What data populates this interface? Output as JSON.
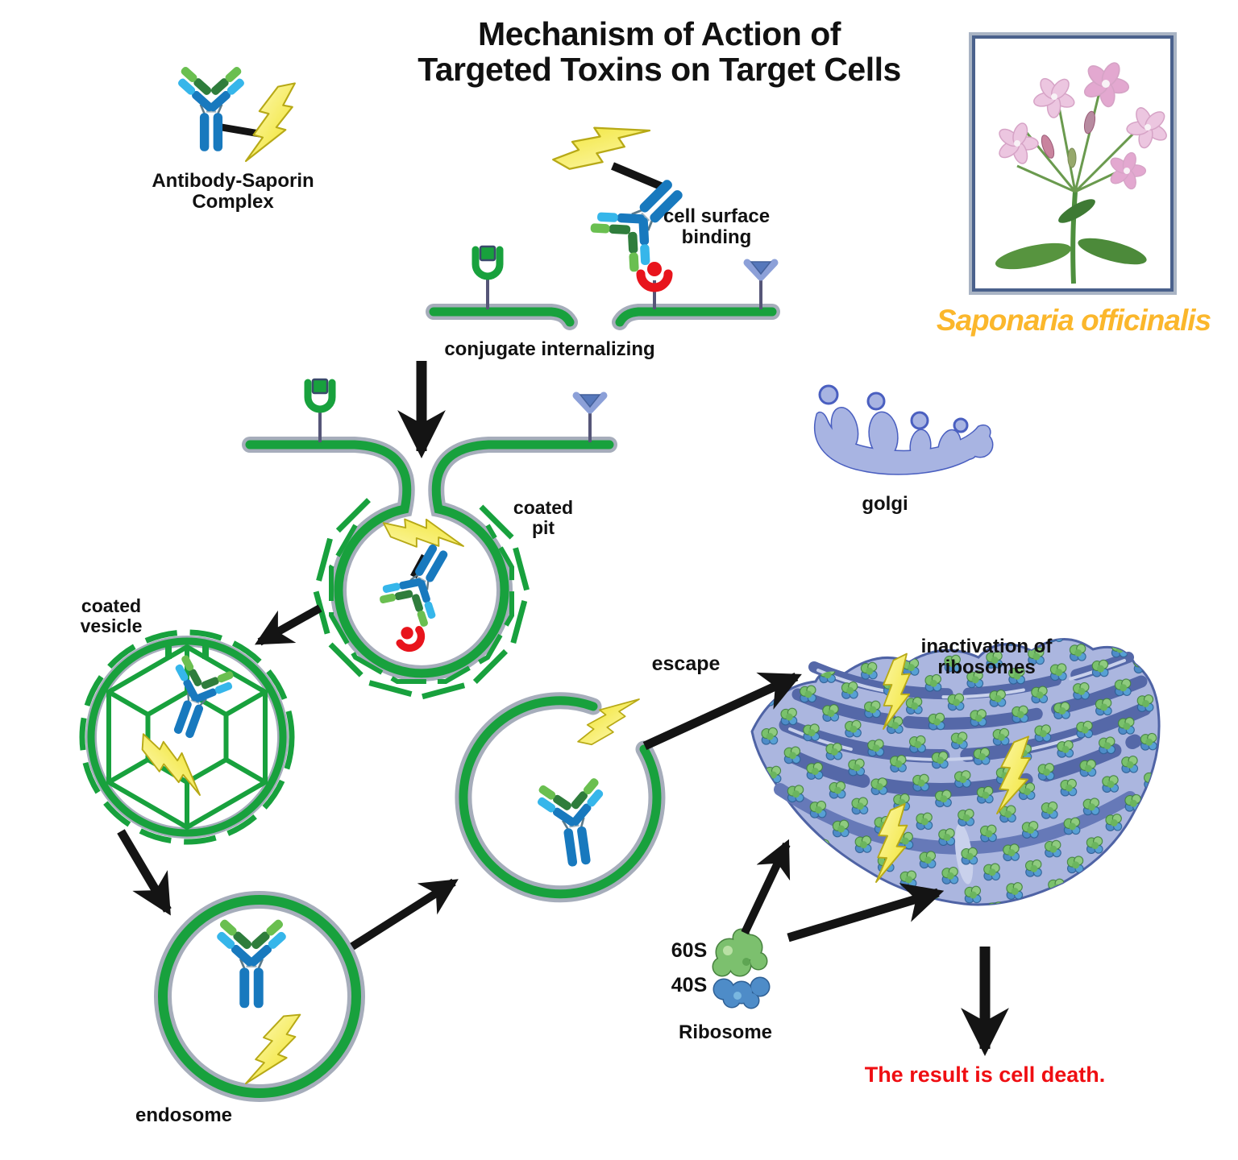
{
  "title": {
    "line1": "Mechanism of Action of",
    "line2": "Targeted Toxins on Target Cells"
  },
  "labels": {
    "antibody_complex_line1": "Antibody-Saporin",
    "antibody_complex_line2": "Complex",
    "cell_surface_line1": "cell surface",
    "cell_surface_line2": "binding",
    "conjugate_internalizing": "conjugate internalizing",
    "coated_pit_line1": "coated",
    "coated_pit_line2": "pit",
    "coated_vesicle_line1": "coated",
    "coated_vesicle_line2": "vesicle",
    "endosome": "endosome",
    "escape": "escape",
    "golgi": "golgi",
    "inactivation_line1": "inactivation of",
    "inactivation_line2": "ribosomes",
    "subunit_60s": "60S",
    "subunit_40s": "40S",
    "ribosome": "Ribosome",
    "result": "The result is cell death.",
    "species": "Saponaria officinalis"
  },
  "colors": {
    "membrane_green": "#18A13D",
    "membrane_gray": "#A6ADBB",
    "toxin_yellow": "#F2E11E",
    "antibody_blue": "#1879BE",
    "antibody_cyan": "#36B6EA",
    "antibody_light_green": "#6ABF50",
    "antibody_dark_green": "#2F7D3C",
    "receptor_red": "#E8141C",
    "organelle_blue_fill": "#ABB6DF",
    "organelle_blue_outline": "#4F63A5",
    "ribosome_green": "#7AC16C",
    "ribosome_blue": "#4E8CC8",
    "result_red": "#EF0E12",
    "species_gold": "#FBB72C",
    "arrow_black": "#141414",
    "flower_pink": "#ECC6E0"
  }
}
